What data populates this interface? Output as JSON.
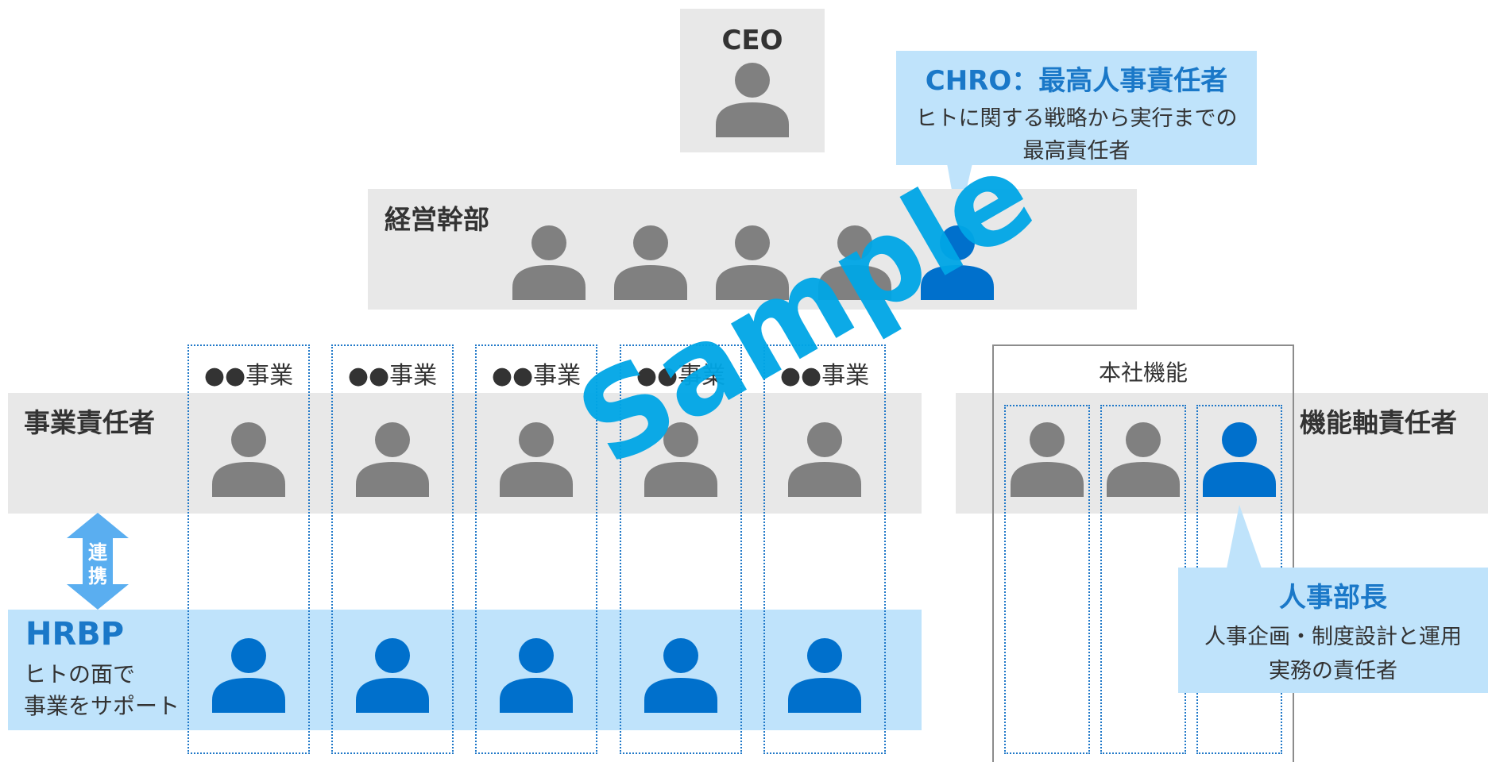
{
  "ceo": {
    "label": "CEO"
  },
  "chro_callout": {
    "title": "CHRO：最高人事責任者",
    "line1": "ヒトに関する戦略から実行までの",
    "line2": "最高責任者"
  },
  "executives": {
    "label": "経営幹部"
  },
  "business_units": {
    "labels": [
      "●●事業",
      "●●事業",
      "●●事業",
      "●●事業",
      "●●事業"
    ]
  },
  "head_office": {
    "label": "本社機能"
  },
  "row_labels": {
    "business_head": "事業責任者",
    "function_head": "機能軸責任者"
  },
  "arrow": {
    "label_top": "連",
    "label_bottom": "携"
  },
  "hrbp": {
    "title": "HRBP",
    "line1": "ヒトの面で",
    "line2": "事業をサポート"
  },
  "hr_director_callout": {
    "title": "人事部長",
    "line1": "人事企画・制度設計と運用",
    "line2": "実務の責任者"
  },
  "watermark": "Sample",
  "colors": {
    "gray_band": "#e8e8e8",
    "blue_band": "#bfe3fb",
    "person_gray": "#808080",
    "person_blue": "#0070cc",
    "title_blue": "#1a78c8",
    "watermark": "#00a6e6"
  }
}
